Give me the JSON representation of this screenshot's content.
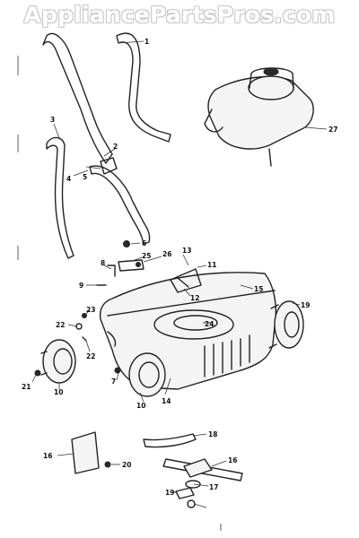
{
  "watermark": "AppliancePartsPros.com",
  "callouts": [
    "1",
    "3",
    "2",
    "4",
    "5",
    "27",
    "6",
    "25",
    "26",
    "13",
    "11",
    "8",
    "9",
    "12",
    "15",
    "19",
    "23",
    "22",
    "24",
    "22",
    "7",
    "21",
    "10",
    "10",
    "14",
    "18",
    "16",
    "20",
    "16",
    "17",
    "19"
  ]
}
